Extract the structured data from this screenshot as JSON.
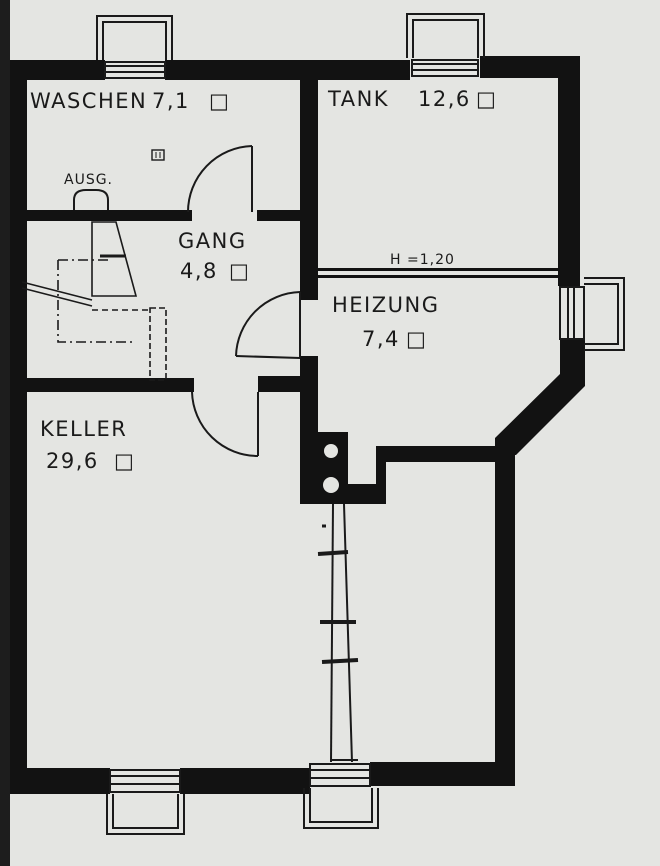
{
  "plan": {
    "rooms": {
      "waschen": {
        "name": "WASCHEN",
        "area": "7,1"
      },
      "tank": {
        "name": "TANK",
        "area": "12,6"
      },
      "gang": {
        "name": "GANG",
        "area": "4,8"
      },
      "heizung": {
        "name": "HEIZUNG",
        "area": "7,4"
      },
      "keller": {
        "name": "KELLER",
        "area": "29,6"
      }
    },
    "ausg": "AUSG.",
    "height_note": "H =1,20",
    "area_unit_symbol": "□",
    "colors": {
      "paper": "#e4e5e2",
      "wall": "#121212",
      "line": "#1a1a1a"
    }
  }
}
